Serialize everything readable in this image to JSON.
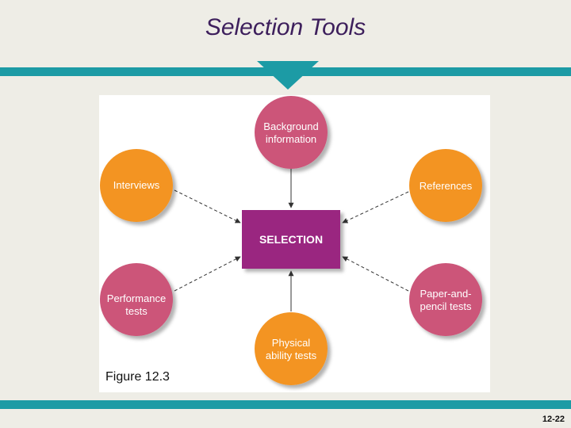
{
  "slide": {
    "title": "Selection Tools",
    "caption": "Figure 12.3",
    "page_number": "12-22"
  },
  "colors": {
    "title": "#3d1f5c",
    "band": "#1c9ba5",
    "orange_node": "#f39423",
    "pink_node": "#cc5479",
    "center_box": "#9a2680"
  },
  "diagram": {
    "center": {
      "label": "SELECTION"
    },
    "nodes": [
      {
        "id": "background-information",
        "lines": [
          "Background",
          "information"
        ],
        "color": "pink"
      },
      {
        "id": "interviews",
        "lines": [
          "Interviews"
        ],
        "color": "orange"
      },
      {
        "id": "references",
        "lines": [
          "References"
        ],
        "color": "orange"
      },
      {
        "id": "performance-tests",
        "lines": [
          "Performance",
          "tests"
        ],
        "color": "pink"
      },
      {
        "id": "paper-and-pencil-tests",
        "lines": [
          "Paper-and-",
          "pencil tests"
        ],
        "color": "pink"
      },
      {
        "id": "physical-ability-tests",
        "lines": [
          "Physical",
          "ability tests"
        ],
        "color": "orange"
      }
    ]
  }
}
